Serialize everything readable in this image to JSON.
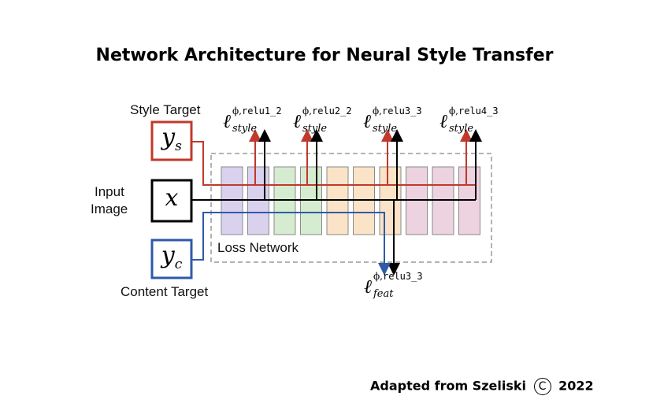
{
  "title": "Network Architecture for Neural Style Transfer",
  "inputs": {
    "style_target_label": "Style Target",
    "style_target_symbol": "y",
    "style_target_subscript": "s",
    "input_label_line1": "Input",
    "input_label_line2": "Image",
    "input_symbol": "x",
    "content_target_label": "Content Target",
    "content_target_symbol": "y",
    "content_target_subscript": "c"
  },
  "network": {
    "label": "Loss Network",
    "layer_colors": [
      "#d9d1ee",
      "#d9d1ee",
      "#d6ecd0",
      "#d6ecd0",
      "#fbe3c8",
      "#fbe3c8",
      "#fbe3c8",
      "#ecd3df",
      "#ecd3df",
      "#ecd3df"
    ]
  },
  "losses": {
    "style": [
      {
        "ell": "ℓ",
        "sup_phi": "ϕ,",
        "layer": "relu1_2",
        "sub": "style"
      },
      {
        "ell": "ℓ",
        "sup_phi": "ϕ,",
        "layer": "relu2_2",
        "sub": "style"
      },
      {
        "ell": "ℓ",
        "sup_phi": "ϕ,",
        "layer": "relu3_3",
        "sub": "style"
      },
      {
        "ell": "ℓ",
        "sup_phi": "ϕ,",
        "layer": "relu4_3",
        "sub": "style"
      }
    ],
    "feature": {
      "ell": "ℓ",
      "sup_phi": "ϕ,",
      "layer": "relu3_3",
      "sub": "feat"
    }
  },
  "colors": {
    "style": "#c0392b",
    "content": "#2e5aa8",
    "input": "#000000",
    "dashed_border": "#9a9a9a"
  },
  "credit": {
    "prefix": "Adapted from Szeliski",
    "copyright_symbol": "C",
    "year": "2022"
  }
}
